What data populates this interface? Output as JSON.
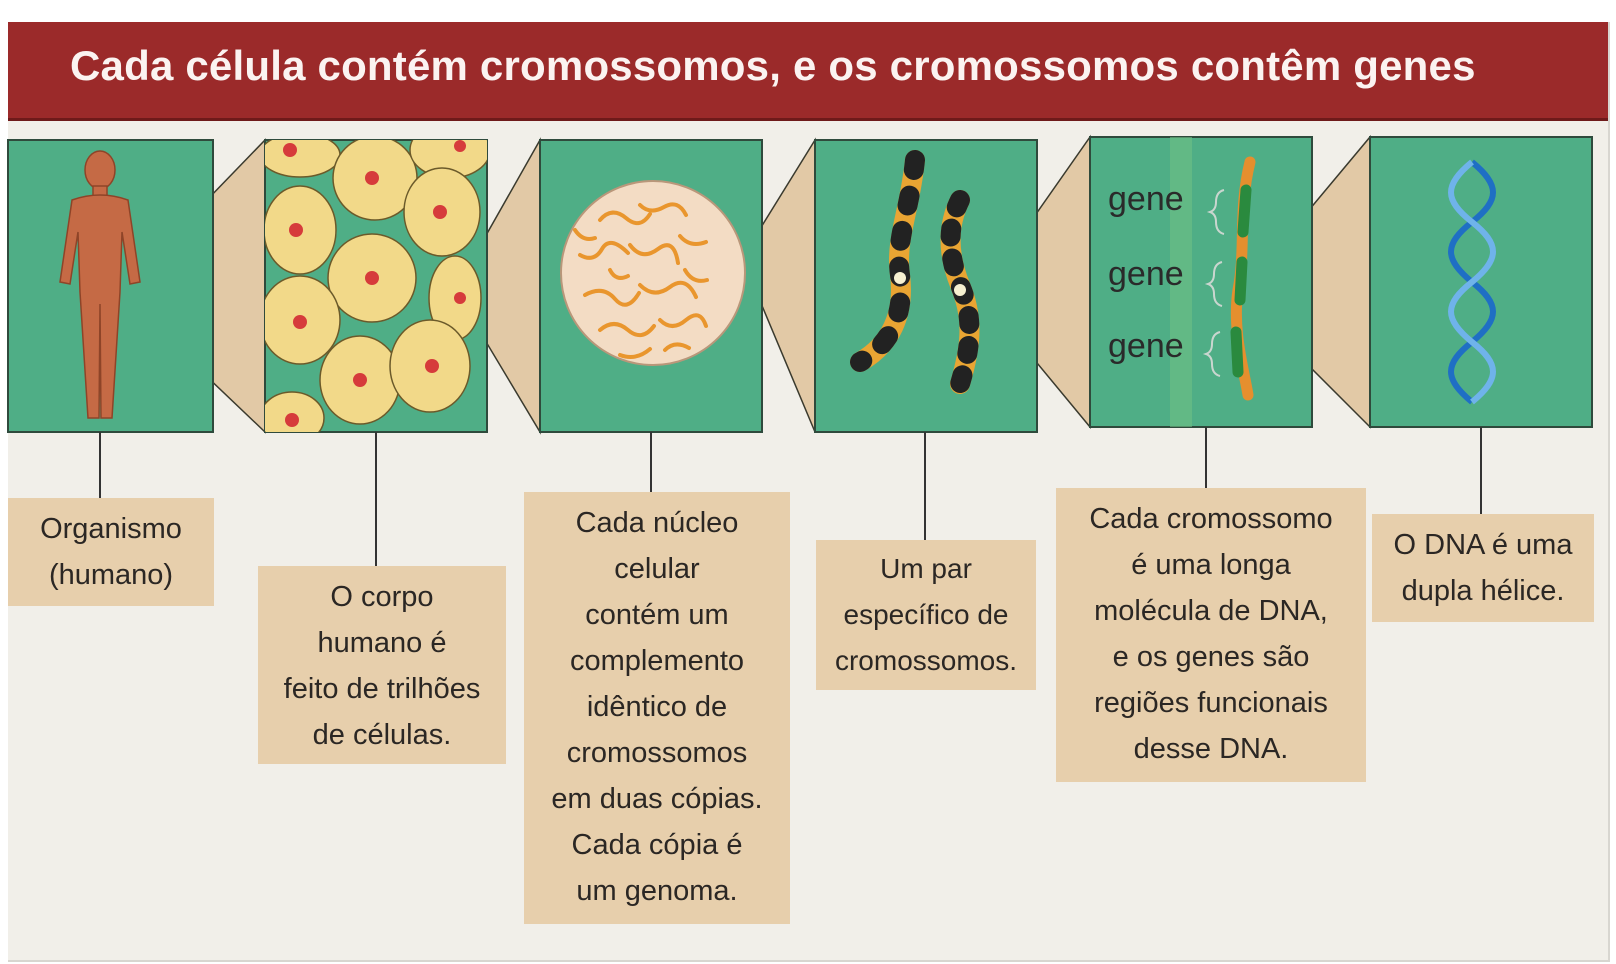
{
  "title": "Cada célula contém cromossomos, e os cromossomos contêm genes",
  "colors": {
    "banner": "#9b2a2a",
    "panel": "#4fae86",
    "caption_bg": "#e7cfac",
    "zoom_cone": "#e2c9a6"
  },
  "panels": [
    {
      "name": "organism-panel",
      "icon": "human-figure-icon"
    },
    {
      "name": "cells-panel",
      "icon": "cells-icon"
    },
    {
      "name": "nucleus-panel",
      "icon": "nucleus-icon"
    },
    {
      "name": "chromosome-pair-panel",
      "icon": "chromosome-pair-icon"
    },
    {
      "name": "chromosome-genes-panel",
      "icon": "chromosome-icon"
    },
    {
      "name": "dna-panel",
      "icon": "dna-helix-icon"
    }
  ],
  "gene_labels": [
    "gene",
    "gene",
    "gene"
  ],
  "captions": [
    {
      "lines": [
        "Organismo",
        "(humano)"
      ]
    },
    {
      "lines": [
        "O corpo",
        "humano  é",
        "feito de trilhões",
        "de células."
      ]
    },
    {
      "lines": [
        "Cada núcleo",
        "celular",
        "contém um",
        "complemento",
        "idêntico de",
        "cromossomos",
        "em duas cópias.",
        "Cada cópia é",
        "um genoma."
      ]
    },
    {
      "lines": [
        "Um par",
        "específico de",
        "cromossomos."
      ]
    },
    {
      "lines": [
        "Cada cromossomo",
        "é uma longa",
        "molécula de DNA,",
        "e os genes são",
        "regiões funcionais",
        "desse DNA."
      ]
    },
    {
      "lines": [
        "O DNA é uma",
        "dupla hélice."
      ]
    }
  ]
}
